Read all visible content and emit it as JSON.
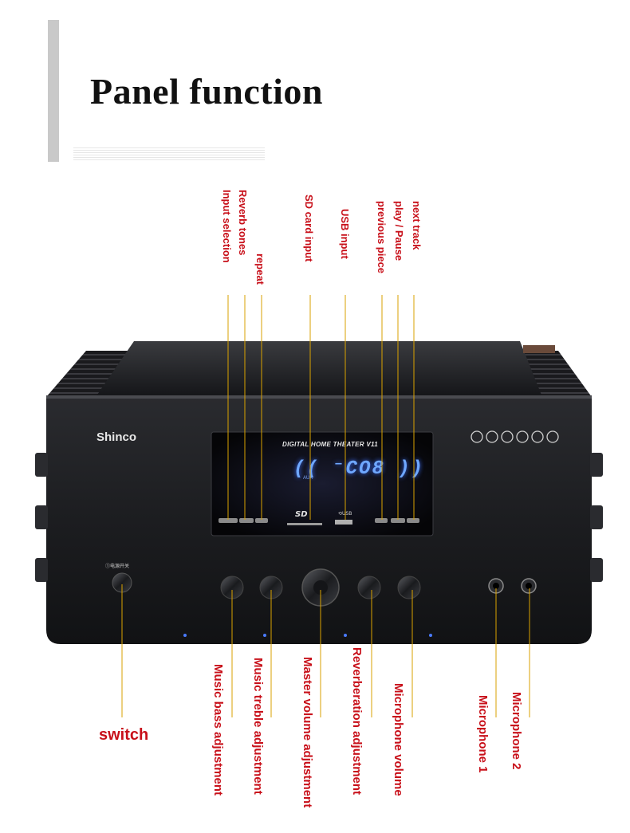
{
  "title": "Panel function",
  "device": {
    "brand": "Shinco",
    "display_title": "DIGITAL HOME THEATER V11",
    "lcd_text": "(( ⁻CO8 ))",
    "lcd_sub": "AUX",
    "sd_mark": "SD",
    "usb_mark": "⟲USB",
    "power_label": "①电源开关"
  },
  "top_labels": [
    {
      "id": "input-selection",
      "text": "Input selection"
    },
    {
      "id": "reverb-tones",
      "text": "Reverb tones"
    },
    {
      "id": "repeat",
      "text": "repeat"
    },
    {
      "id": "sd-card-input",
      "text": "SD card input"
    },
    {
      "id": "usb-input",
      "text": "USB input"
    },
    {
      "id": "previous-piece",
      "text": "previous piece"
    },
    {
      "id": "play-pause",
      "text": "play / Pause"
    },
    {
      "id": "next-track",
      "text": "next track"
    }
  ],
  "bottom_labels": [
    {
      "id": "music-bass",
      "text": "Music bass adjustment"
    },
    {
      "id": "music-treble",
      "text": "Music treble adjustment"
    },
    {
      "id": "master-volume",
      "text": "Master volume adjustment"
    },
    {
      "id": "reverberation",
      "text": "Reverberation adjustment"
    },
    {
      "id": "microphone-volume",
      "text": "Microphone volume"
    },
    {
      "id": "microphone-1",
      "text": "Microphone 1"
    },
    {
      "id": "microphone-2",
      "text": "Microphone 2"
    }
  ],
  "switch_label": "switch",
  "colors": {
    "label_red": "#c8101a",
    "leader_orange": "#d9a200",
    "chassis": "#1d1e21",
    "lcd_blue": "#6fa8ff"
  }
}
